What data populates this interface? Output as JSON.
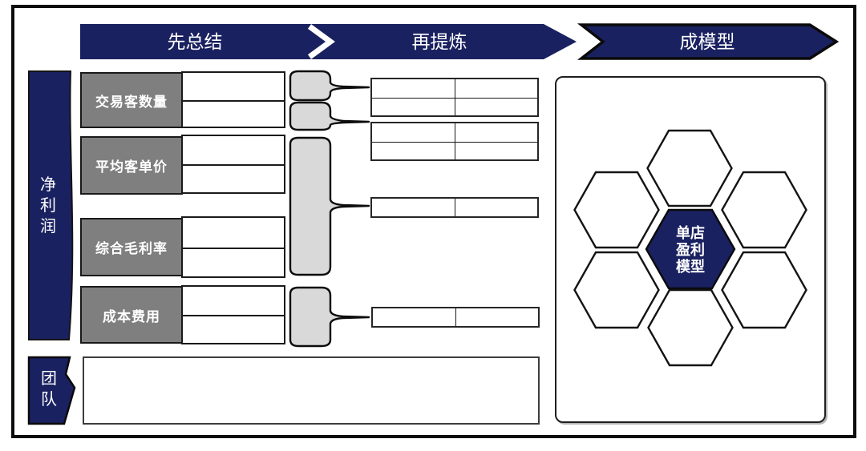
{
  "banners": {
    "first": "先总结",
    "second": "再提炼",
    "third": "成模型"
  },
  "left_ribbons": {
    "profit_label": "净利润",
    "team_label": "团队"
  },
  "metrics": [
    {
      "label": "交易客数量"
    },
    {
      "label": "平均客单价"
    },
    {
      "label": "综合毛利率"
    },
    {
      "label": "成本费用"
    }
  ],
  "model": {
    "center_hex_label": "单店盈利模型",
    "outer_hexagon_count": 6
  },
  "colors": {
    "navy": "#1a2160",
    "label_gray": "#7f7f7f",
    "brace_gray": "#d9d9d9",
    "outline_black": "#0d0d0d"
  }
}
